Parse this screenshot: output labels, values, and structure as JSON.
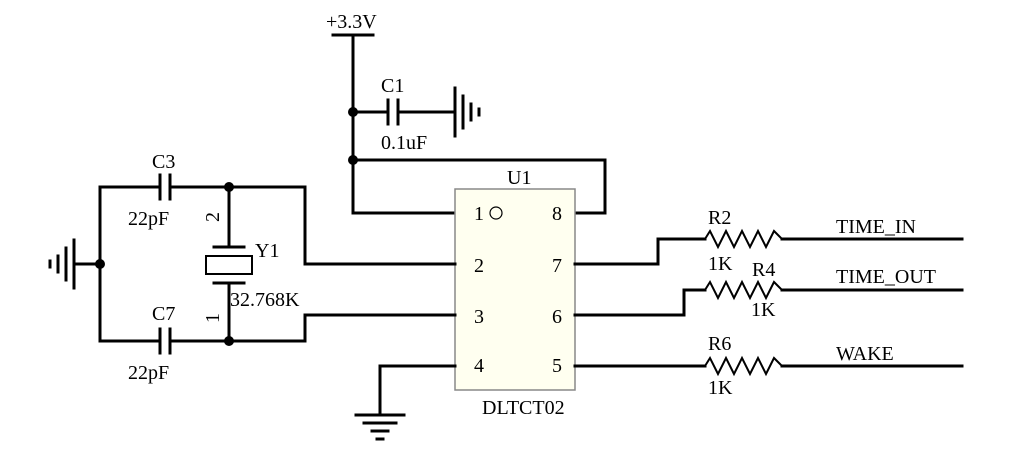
{
  "power": {
    "vcc": "+3.3V"
  },
  "c1": {
    "ref": "C1",
    "value": "0.1uF"
  },
  "c3": {
    "ref": "C3",
    "value": "22pF"
  },
  "c7": {
    "ref": "C7",
    "value": "22pF"
  },
  "y1": {
    "ref": "Y1",
    "value": "32.768K",
    "pin1": "1",
    "pin2": "2"
  },
  "u1": {
    "ref": "U1",
    "part": "DLTCT02",
    "pins_left": [
      "1",
      "2",
      "3",
      "4"
    ],
    "pins_right": [
      "8",
      "7",
      "6",
      "5"
    ]
  },
  "r2": {
    "ref": "R2",
    "value": "1K"
  },
  "r4": {
    "ref": "R4",
    "value": "1K"
  },
  "r6": {
    "ref": "R6",
    "value": "1K"
  },
  "nets": {
    "time_in": "TIME_IN",
    "time_out": "TIME_OUT",
    "wake": "WAKE"
  }
}
